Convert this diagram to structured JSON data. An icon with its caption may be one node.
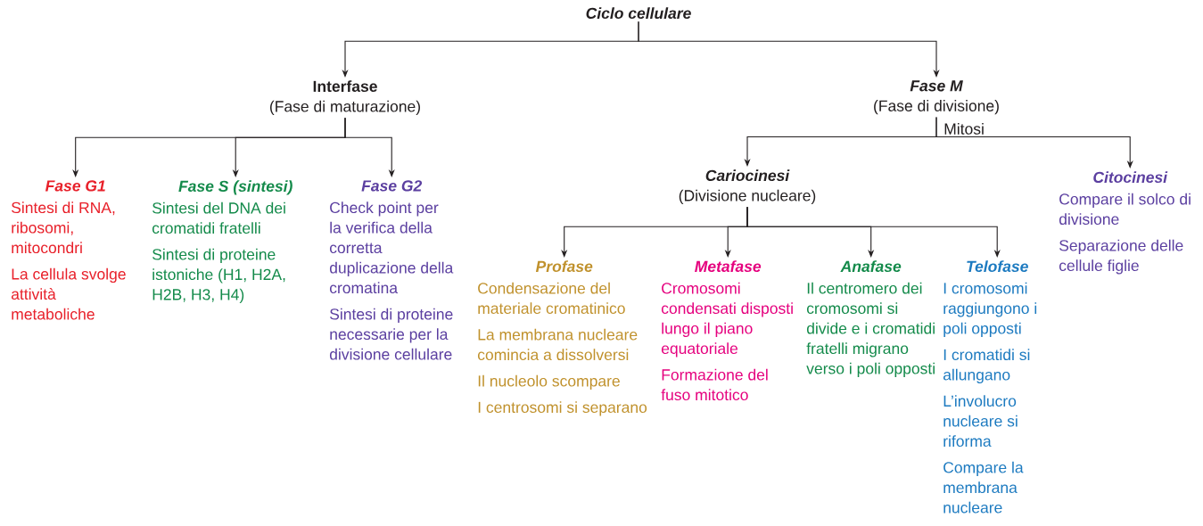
{
  "diagram": {
    "nodes": [
      {
        "text": [
          "Ciclo cellulare"
        ]
      },
      {
        "text": [
          "Interfase",
          "(Fase di maturazione)"
        ]
      },
      {
        "text": [
          "Fase M",
          "(Fase di divisione)"
        ]
      },
      {
        "text": [
          "Fase G1",
          "Sintesi di RNA, ribosomi, mitocondri",
          "La cellula svolge attività metaboliche"
        ]
      },
      {
        "text": [
          "Fase S (sintesi)",
          "Sintesi del DNA dei cromatidi fratelli",
          "Sintesi di proteine istoniche (H1, H2A, H2B, H3, H4)"
        ]
      },
      {
        "text": [
          "Fase G2",
          "Check point per la verifica della corretta duplicazione della cromatina",
          "Sintesi di proteine necessarie per la divisione cellulare"
        ]
      },
      {
        "text": [
          "Cariocinesi",
          "(Divisione nucleare)"
        ]
      },
      {
        "text": [
          "Citocinesi",
          "Compare il solco di divisione",
          "Separazione delle cellule figlie"
        ]
      },
      {
        "text": [
          "Profase",
          "Condensazione del materiale cromatinico",
          "La membrana nucleare comincia a dissolversi",
          "Il nucleolo scompare",
          "I centrosomi si separano"
        ]
      },
      {
        "text": [
          "Metafase",
          "Cromosomi condensati disposti lungo il piano equatoriale",
          "Formazione del fuso mitotico"
        ]
      },
      {
        "text": [
          "Anafase",
          "Il centromero dei cromosomi si divide e i cromatidi fratelli migrano verso i poli opposti"
        ]
      },
      {
        "text": [
          "Telofase",
          "I cromosomi raggiungono i poli opposti",
          "I cromatidi si allungano",
          "L’involucro nucleare si riforma",
          "Compare la membrana nucleare"
        ]
      }
    ],
    "edges": [
      {
        "from": 0,
        "to": 1,
        "arrow": "to"
      },
      {
        "from": 0,
        "to": 2,
        "arrow": "to"
      },
      {
        "from": 1,
        "to": 3,
        "arrow": "to"
      },
      {
        "from": 1,
        "to": 4,
        "arrow": "to"
      },
      {
        "from": 1,
        "to": 5,
        "arrow": "to"
      },
      {
        "from": 2,
        "to": 6,
        "arrow": "to"
      },
      {
        "from": 2,
        "to": 7,
        "arrow": "to"
      },
      {
        "from": 6,
        "to": 8,
        "arrow": "to"
      },
      {
        "from": 6,
        "to": 9,
        "arrow": "to"
      },
      {
        "from": 6,
        "to": 10,
        "arrow": "to"
      },
      {
        "from": 6,
        "to": 11,
        "arrow": "to"
      }
    ],
    "labels": [
      "Mitosi"
    ]
  }
}
